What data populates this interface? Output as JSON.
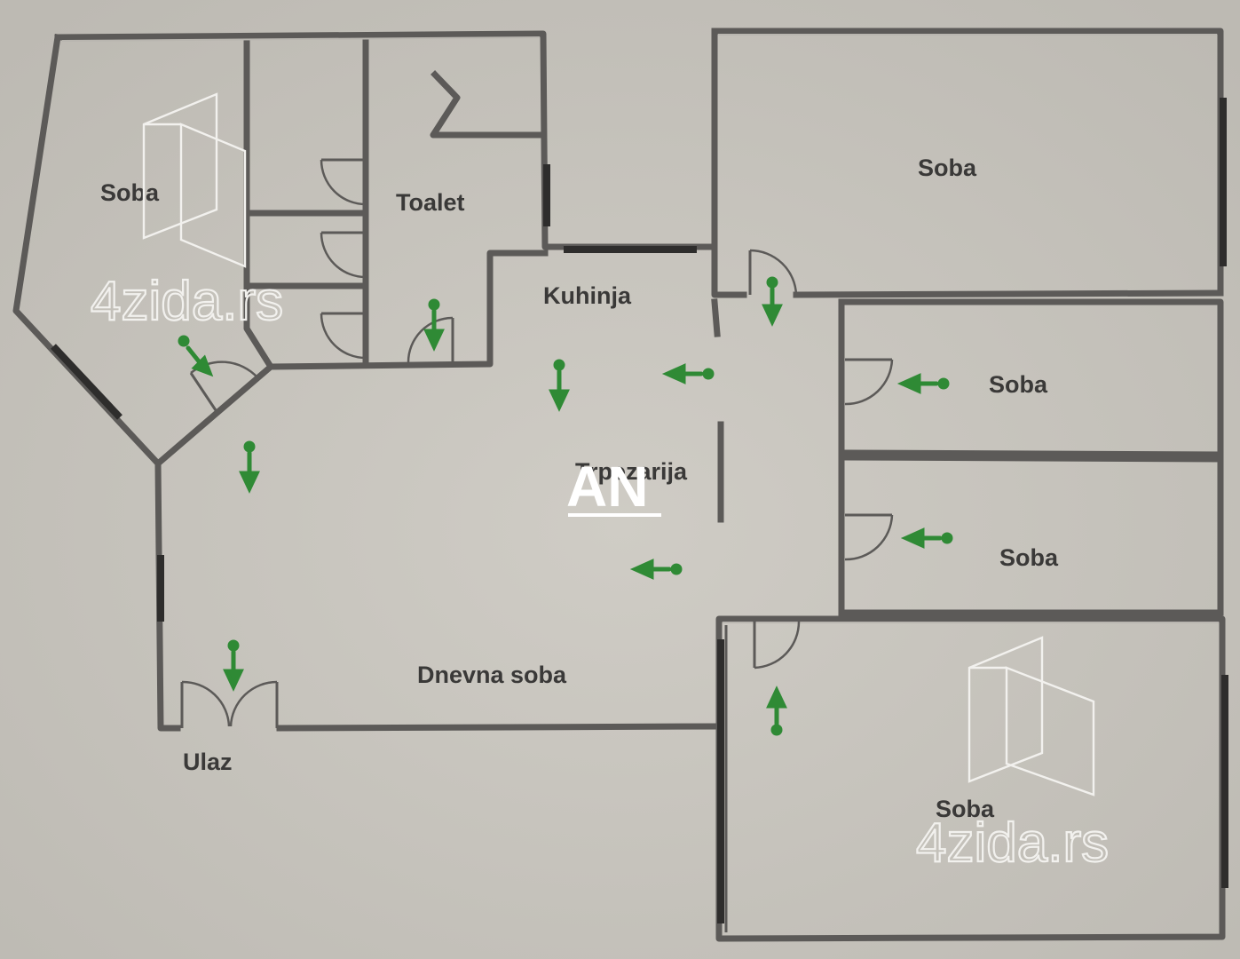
{
  "plan": {
    "rooms": [
      {
        "id": "room-1",
        "label": "Soba"
      },
      {
        "id": "room-2",
        "label": "Toalet"
      },
      {
        "id": "room-3",
        "label": "Soba"
      },
      {
        "id": "room-4",
        "label": "Kuhinja"
      },
      {
        "id": "room-5",
        "label": "Soba"
      },
      {
        "id": "room-6",
        "label": "Trpezarija"
      },
      {
        "id": "room-7",
        "label": "Soba"
      },
      {
        "id": "room-8",
        "label": "Dnevna soba"
      },
      {
        "id": "room-9",
        "label": "Ulaz"
      },
      {
        "id": "room-10",
        "label": "Soba"
      }
    ]
  },
  "watermarks": {
    "site_text": "4zida.rs",
    "agency_logo": "AN"
  },
  "colors": {
    "paper": "#c9c6bf",
    "wall": "#5c5a58",
    "arrow": "#2f8a35",
    "watermark": "#f2f1ee"
  },
  "icons": {
    "arrow": "green-direction-arrow-icon",
    "door": "door-swing-icon",
    "logo": "4zida-cube-logo"
  }
}
